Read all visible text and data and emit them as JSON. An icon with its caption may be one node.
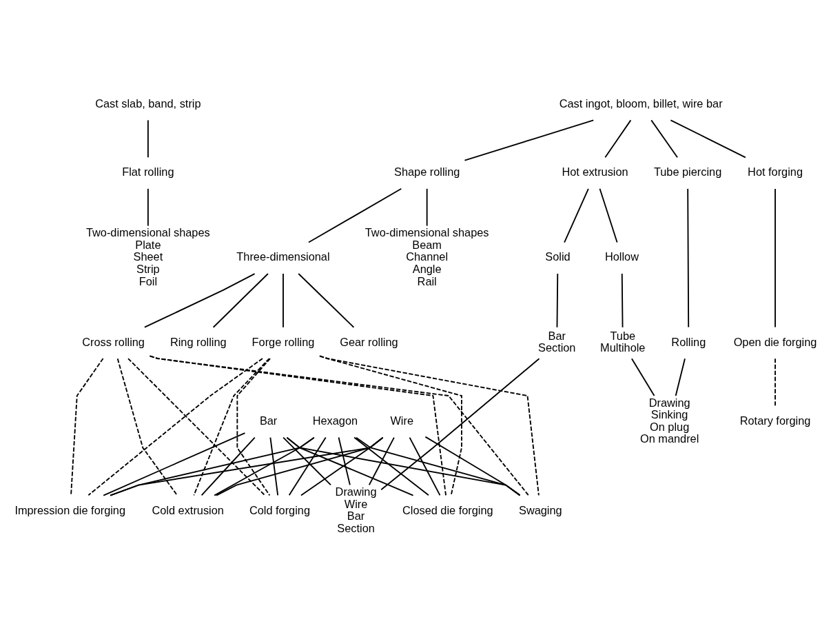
{
  "diagram": {
    "nodes": [
      {
        "text": [
          "Cast slab, band, strip"
        ]
      },
      {
        "text": [
          "Cast ingot, bloom, billet, wire bar"
        ]
      },
      {
        "text": [
          "Flat rolling"
        ]
      },
      {
        "text": [
          "Shape rolling"
        ]
      },
      {
        "text": [
          "Tube piercing"
        ]
      },
      {
        "text": [
          "Hot extrusion"
        ]
      },
      {
        "text": [
          "Hot forging"
        ]
      },
      {
        "text": [
          "Two-dimensional shapes",
          "Plate",
          "Sheet",
          "Strip",
          "Foil"
        ]
      },
      {
        "text": [
          "Two-dimensional shapes",
          "Beam",
          "Channel",
          "Angle",
          "Rail"
        ]
      },
      {
        "text": [
          "Three-dimensional"
        ]
      },
      {
        "text": [
          "Ring rolling"
        ]
      },
      {
        "text": [
          "Forge rolling"
        ]
      },
      {
        "text": [
          "Cross rolling"
        ]
      },
      {
        "text": [
          "Gear rolling"
        ]
      },
      {
        "text": [
          "Solid"
        ]
      },
      {
        "text": [
          "Hollow"
        ]
      },
      {
        "text": [
          "Rolling"
        ]
      },
      {
        "text": [
          "Bar",
          "Section"
        ]
      },
      {
        "text": [
          "Tube",
          "Multihole"
        ]
      },
      {
        "text": [
          "Open die forging"
        ]
      },
      {
        "text": [
          "Bar"
        ]
      },
      {
        "text": [
          "Wire"
        ]
      },
      {
        "text": [
          "Hexagon"
        ]
      },
      {
        "text": [
          "Rotary forging"
        ]
      },
      {
        "text": [
          "Drawing",
          "Wire",
          "Bar",
          "Section"
        ]
      },
      {
        "text": [
          "Drawing",
          "Sinking",
          "On plug",
          "On mandrel"
        ]
      },
      {
        "text": [
          "Impression die forging"
        ]
      },
      {
        "text": [
          "Closed die forging"
        ]
      },
      {
        "text": [
          "Swaging"
        ]
      },
      {
        "text": [
          "Cold extrusion"
        ]
      },
      {
        "text": [
          "Cold forging"
        ]
      }
    ],
    "edges": [
      {
        "from": 0,
        "to": 2,
        "arrow": "none"
      },
      {
        "from": 2,
        "to": 7,
        "arrow": "none"
      },
      {
        "from": 1,
        "to": 3,
        "arrow": "none"
      },
      {
        "from": 1,
        "to": 4,
        "arrow": "none"
      },
      {
        "from": 1,
        "to": 5,
        "arrow": "none"
      },
      {
        "from": 1,
        "to": 6,
        "arrow": "none"
      },
      {
        "from": 3,
        "to": 8,
        "arrow": "none"
      },
      {
        "from": 3,
        "to": 9,
        "arrow": "none"
      },
      {
        "from": 9,
        "to": 10,
        "arrow": "none"
      },
      {
        "from": 9,
        "to": 11,
        "arrow": "none"
      },
      {
        "from": 9,
        "to": 12,
        "arrow": "none"
      },
      {
        "from": 9,
        "to": 13,
        "arrow": "none"
      },
      {
        "from": 4,
        "to": 16,
        "arrow": "none"
      },
      {
        "from": 5,
        "to": 14,
        "arrow": "none"
      },
      {
        "from": 5,
        "to": 15,
        "arrow": "none"
      },
      {
        "from": 14,
        "to": 17,
        "arrow": "none"
      },
      {
        "from": 15,
        "to": 18,
        "arrow": "none"
      },
      {
        "from": 6,
        "to": 19,
        "arrow": "none"
      },
      {
        "from": 20,
        "to": 24,
        "arrow": "none"
      },
      {
        "from": 21,
        "to": 24,
        "arrow": "none"
      },
      {
        "from": 22,
        "to": 24,
        "arrow": "none"
      },
      {
        "from": 16,
        "to": 25,
        "arrow": "none"
      },
      {
        "from": 17,
        "to": 24,
        "arrow": "none"
      },
      {
        "from": 18,
        "to": 25,
        "arrow": "none"
      },
      {
        "from": 19,
        "to": 23,
        "arrow": "none",
        "style": "dashed"
      },
      {
        "from": 20,
        "to": 26,
        "arrow": "none"
      },
      {
        "from": 20,
        "to": 27,
        "arrow": "none"
      },
      {
        "from": 20,
        "to": 28,
        "arrow": "none"
      },
      {
        "from": 20,
        "to": 29,
        "arrow": "none"
      },
      {
        "from": 20,
        "to": 30,
        "arrow": "none"
      },
      {
        "from": 21,
        "to": 26,
        "arrow": "none"
      },
      {
        "from": 21,
        "to": 27,
        "arrow": "none"
      },
      {
        "from": 21,
        "to": 28,
        "arrow": "none"
      },
      {
        "from": 21,
        "to": 29,
        "arrow": "none"
      },
      {
        "from": 21,
        "to": 30,
        "arrow": "none"
      },
      {
        "from": 22,
        "to": 26,
        "arrow": "none"
      },
      {
        "from": 22,
        "to": 27,
        "arrow": "none"
      },
      {
        "from": 22,
        "to": 28,
        "arrow": "none"
      },
      {
        "from": 22,
        "to": 29,
        "arrow": "none"
      },
      {
        "from": 22,
        "to": 30,
        "arrow": "none"
      },
      {
        "from": 11,
        "to": 26,
        "arrow": "none",
        "style": "dashed"
      },
      {
        "from": 11,
        "to": 27,
        "arrow": "none",
        "style": "dashed"
      },
      {
        "from": 11,
        "to": 28,
        "arrow": "none",
        "style": "dashed"
      },
      {
        "from": 11,
        "to": 29,
        "arrow": "none",
        "style": "dashed"
      },
      {
        "from": 11,
        "to": 30,
        "arrow": "none",
        "style": "dashed"
      },
      {
        "from": 12,
        "to": 26,
        "arrow": "none",
        "style": "dashed"
      },
      {
        "from": 12,
        "to": 27,
        "arrow": "none",
        "style": "dashed"
      },
      {
        "from": 12,
        "to": 28,
        "arrow": "none",
        "style": "dashed"
      },
      {
        "from": 12,
        "to": 29,
        "arrow": "none",
        "style": "dashed"
      },
      {
        "from": 12,
        "to": 30,
        "arrow": "none",
        "style": "dashed"
      }
    ]
  }
}
